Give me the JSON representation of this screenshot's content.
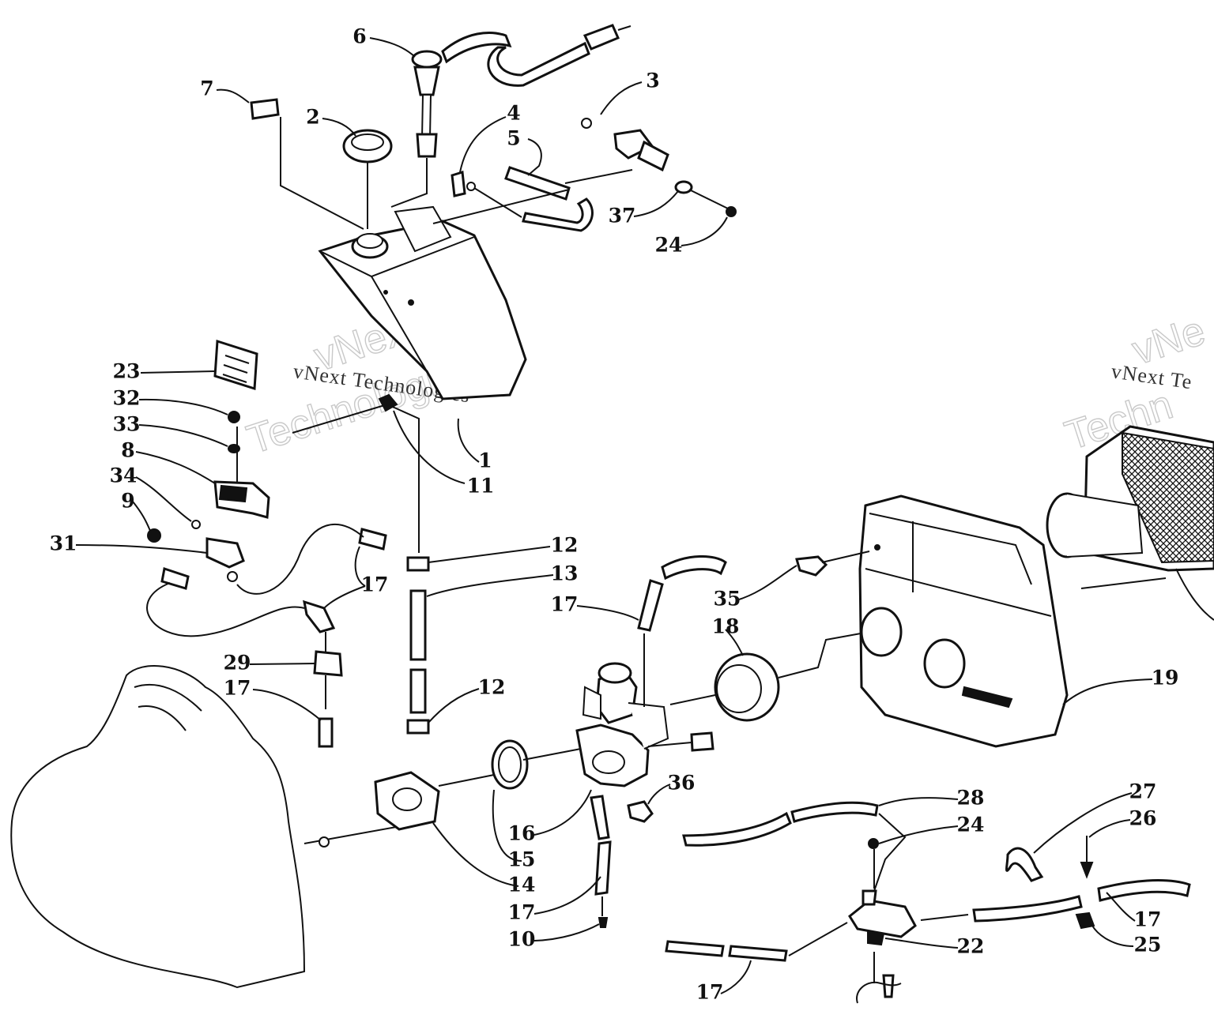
{
  "watermark": {
    "brand_text": "vNext Technologies",
    "ghost_line1": "vNext",
    "ghost_line2": "Technologies",
    "ghost_right_line1": "vNe",
    "ghost_right_line2": "Techn",
    "ghost_right_small": "vNext Te"
  },
  "callouts": [
    {
      "id": "c6",
      "label": "6"
    },
    {
      "id": "c7",
      "label": "7"
    },
    {
      "id": "c2",
      "label": "2"
    },
    {
      "id": "c4",
      "label": "4"
    },
    {
      "id": "c5",
      "label": "5"
    },
    {
      "id": "c3",
      "label": "3"
    },
    {
      "id": "c37",
      "label": "37"
    },
    {
      "id": "c24a",
      "label": "24"
    },
    {
      "id": "c23",
      "label": "23"
    },
    {
      "id": "c32",
      "label": "32"
    },
    {
      "id": "c33",
      "label": "33"
    },
    {
      "id": "c8",
      "label": "8"
    },
    {
      "id": "c34",
      "label": "34"
    },
    {
      "id": "c9",
      "label": "9"
    },
    {
      "id": "c31",
      "label": "31"
    },
    {
      "id": "c1",
      "label": "1"
    },
    {
      "id": "c11",
      "label": "11"
    },
    {
      "id": "c12a",
      "label": "12"
    },
    {
      "id": "c13",
      "label": "13"
    },
    {
      "id": "c17a",
      "label": "17"
    },
    {
      "id": "c17b",
      "label": "17"
    },
    {
      "id": "c29",
      "label": "29"
    },
    {
      "id": "c17c",
      "label": "17"
    },
    {
      "id": "c12b",
      "label": "12"
    },
    {
      "id": "c35",
      "label": "35"
    },
    {
      "id": "c18",
      "label": "18"
    },
    {
      "id": "c19",
      "label": "19"
    },
    {
      "id": "c36",
      "label": "36"
    },
    {
      "id": "c16",
      "label": "16"
    },
    {
      "id": "c15",
      "label": "15"
    },
    {
      "id": "c14",
      "label": "14"
    },
    {
      "id": "c17d",
      "label": "17"
    },
    {
      "id": "c10",
      "label": "10"
    },
    {
      "id": "c28",
      "label": "28"
    },
    {
      "id": "c24b",
      "label": "24"
    },
    {
      "id": "c27",
      "label": "27"
    },
    {
      "id": "c26",
      "label": "26"
    },
    {
      "id": "c17e",
      "label": "17"
    },
    {
      "id": "c25",
      "label": "25"
    },
    {
      "id": "c22",
      "label": "22"
    },
    {
      "id": "c17f",
      "label": "17"
    }
  ]
}
